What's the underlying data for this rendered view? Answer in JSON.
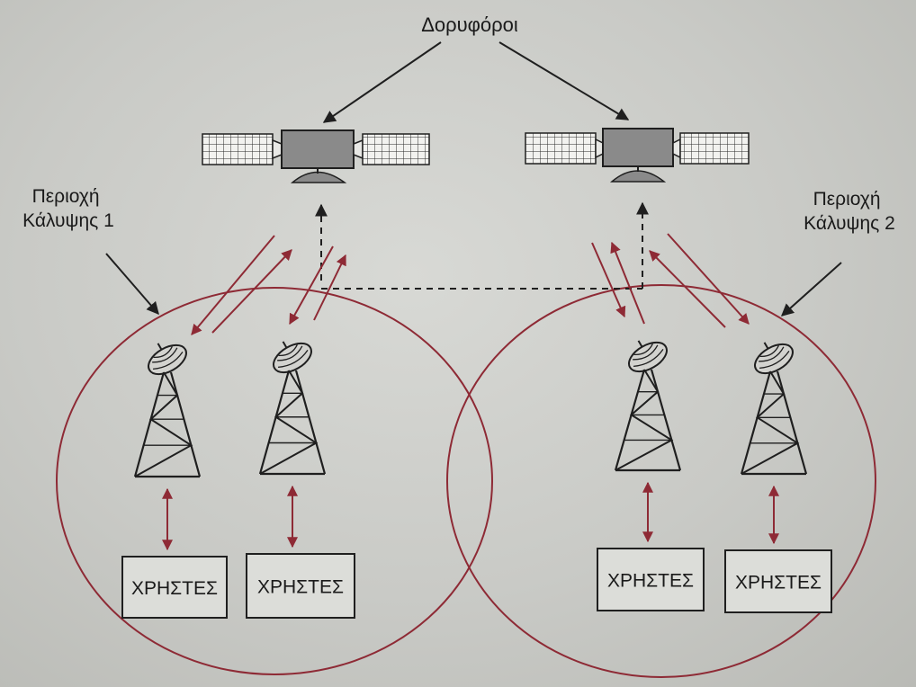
{
  "title": "Δορυφόροι",
  "coverage": [
    {
      "line1": "Περιοχή",
      "line2": "Κάλυψης 1"
    },
    {
      "line1": "Περιοχή",
      "line2": "Κάλυψης 2"
    }
  ],
  "users_label": "ΧΡΗΣΤΕΣ",
  "colors": {
    "link": "#8e2a35",
    "ink": "#1f1f1f",
    "satellite_body": "#8a8a8a",
    "background": "#c9cac6"
  },
  "icons": [
    "satellite-icon",
    "dish-antenna-icon",
    "tower-icon"
  ]
}
